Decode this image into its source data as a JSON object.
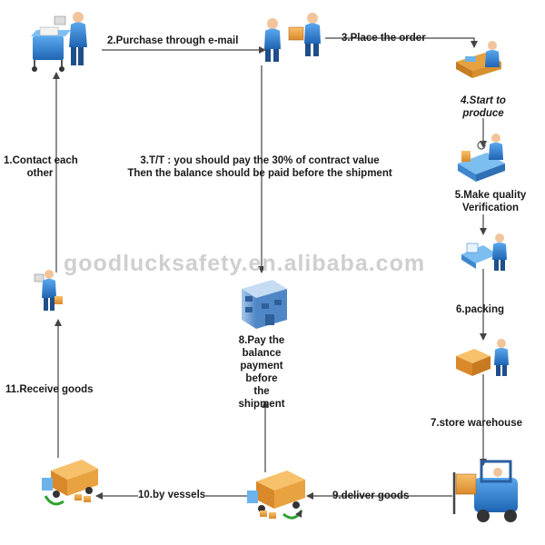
{
  "steps": {
    "s1": [
      "1.Contact each",
      "other"
    ],
    "s2": "2.Purchase through e-mail",
    "s3": "3.Place the order",
    "s3b": [
      "3.T/T : you should pay the 30% of contract value",
      "Then the balance should be paid before the shipment"
    ],
    "s4": [
      "4.Start to",
      "produce"
    ],
    "s5": [
      "5.Make quality",
      "Verification"
    ],
    "s6": "6.packing",
    "s7": "7.store warehouse",
    "s8": [
      "8.Pay the",
      "balance",
      "payment",
      "before",
      "the",
      "shipment"
    ],
    "s9": "9.deliver goods",
    "s10": "10.by  vessels",
    "s11": "11.Receive goods"
  },
  "watermark": "goodlucksafety.en.alibaba.com",
  "icons": {
    "buyer_desk": "person-at-desk-icon",
    "email_person": "person-email-icon",
    "order_person": "person-with-box-icon",
    "factory_worker": "factory-worker-icon",
    "quality_check": "quality-check-icon",
    "packing_worker": "packing-worker-icon",
    "warehouse_worker": "warehouse-worker-icon",
    "forklift": "forklift-icon",
    "bank": "bank-building-icon",
    "truck": "delivery-truck-icon",
    "customer": "customer-receiving-icon"
  },
  "colors": {
    "arrow": "#444444",
    "figure": "#2f84d6",
    "box": "#f0a030",
    "bank": "#6d9fd6"
  }
}
